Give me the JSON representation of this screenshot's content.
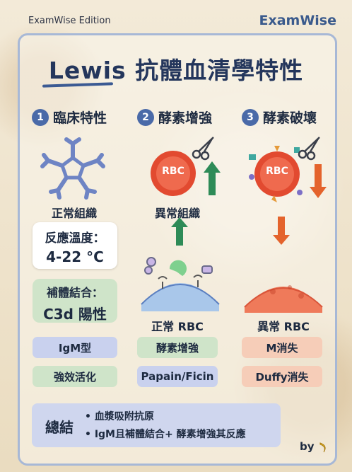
{
  "header": {
    "edition": "ExamWise Edition",
    "brand": "ExamWise"
  },
  "title": "Lewis 抗體血清學特性",
  "columns": [
    {
      "num": "1",
      "heading": "臨床特性"
    },
    {
      "num": "2",
      "heading": "酵素增強"
    },
    {
      "num": "3",
      "heading": "酵素破壞"
    }
  ],
  "col1": {
    "antibody_label": "正常組織",
    "temp_label": "反應溫度：",
    "temp_value": "4-22 °C",
    "comp_label": "補體結合：",
    "comp_value": "C3d 陽性",
    "pill1": "IgM型",
    "pill2": "強效活化"
  },
  "col2": {
    "rbc": "RBC",
    "abnormal_label": "異常組織",
    "normal_rbc": "正常 RBC",
    "pill1": "酵素增強",
    "pill2": "Papain/Ficin"
  },
  "col3": {
    "rbc": "RBC",
    "abnormal_rbc": "異常 RBC",
    "pill1": "M消失",
    "pill2": "Duffy消失"
  },
  "summary": {
    "title": "總結",
    "line1": "• 血漿吸附抗原",
    "line2": "• IgM且補體結合+ 酵素增強其反應"
  },
  "footer": {
    "by": "by"
  },
  "colors": {
    "accent": "#3b5a93",
    "green": "#2e8b57",
    "orange": "#e4632c",
    "rbc": "#e24a30"
  }
}
